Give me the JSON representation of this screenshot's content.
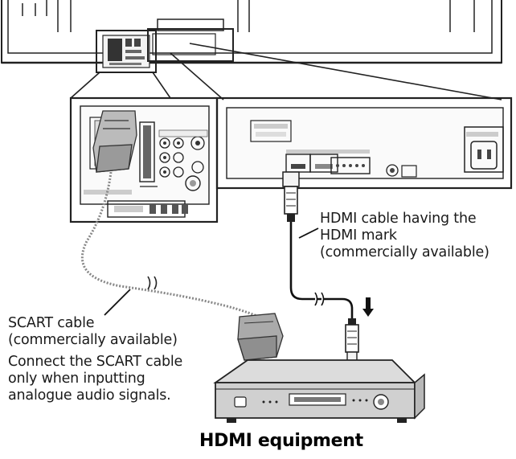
{
  "labels": {
    "hdmi_cable": [
      "HDMI cable having the",
      "HDMI mark",
      "(commercially available)"
    ],
    "scart_cable": [
      "SCART cable",
      "(commercially available)"
    ],
    "scart_note": [
      "Connect the SCART cable",
      "only when inputting",
      "analogue audio signals."
    ],
    "hdmi_equipment": "HDMI equipment"
  }
}
